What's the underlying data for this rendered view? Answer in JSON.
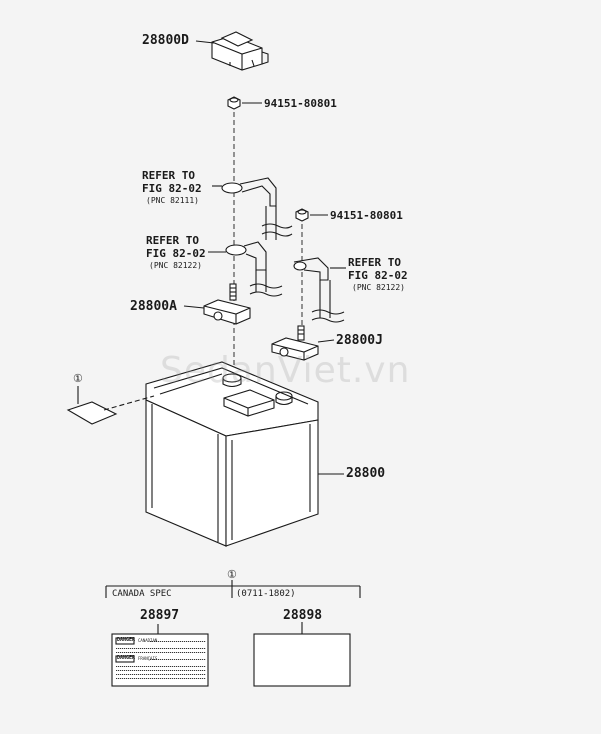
{
  "parts": {
    "cover": "28800D",
    "nut_1": "94151-80801",
    "nut_2": "94151-80801",
    "terminal_a": "28800A",
    "terminal_j": "28800J",
    "battery": "28800",
    "label_canada": "28897",
    "label_general": "28898"
  },
  "references": {
    "ref1": {
      "line1": "REFER TO",
      "line2": "FIG 82-02",
      "pnc": "(PNC 82111)"
    },
    "ref2": {
      "line1": "REFER TO",
      "line2": "FIG 82-02",
      "pnc": "(PNC 82122)"
    },
    "ref3": {
      "line1": "REFER TO",
      "line2": "FIG 82-02",
      "pnc": "(PNC 82122)"
    }
  },
  "callout_symbol": "①",
  "box": {
    "left_header": "CANADA SPEC",
    "right_header": "(0711-1802)"
  },
  "caution_label": {
    "danger": "DANGER",
    "danger_sub": "CANADIAN",
    "danger_fr": "DANGER",
    "danger_fr_sub": "FRANÇAIS"
  },
  "watermark": "SedanViet.vn"
}
